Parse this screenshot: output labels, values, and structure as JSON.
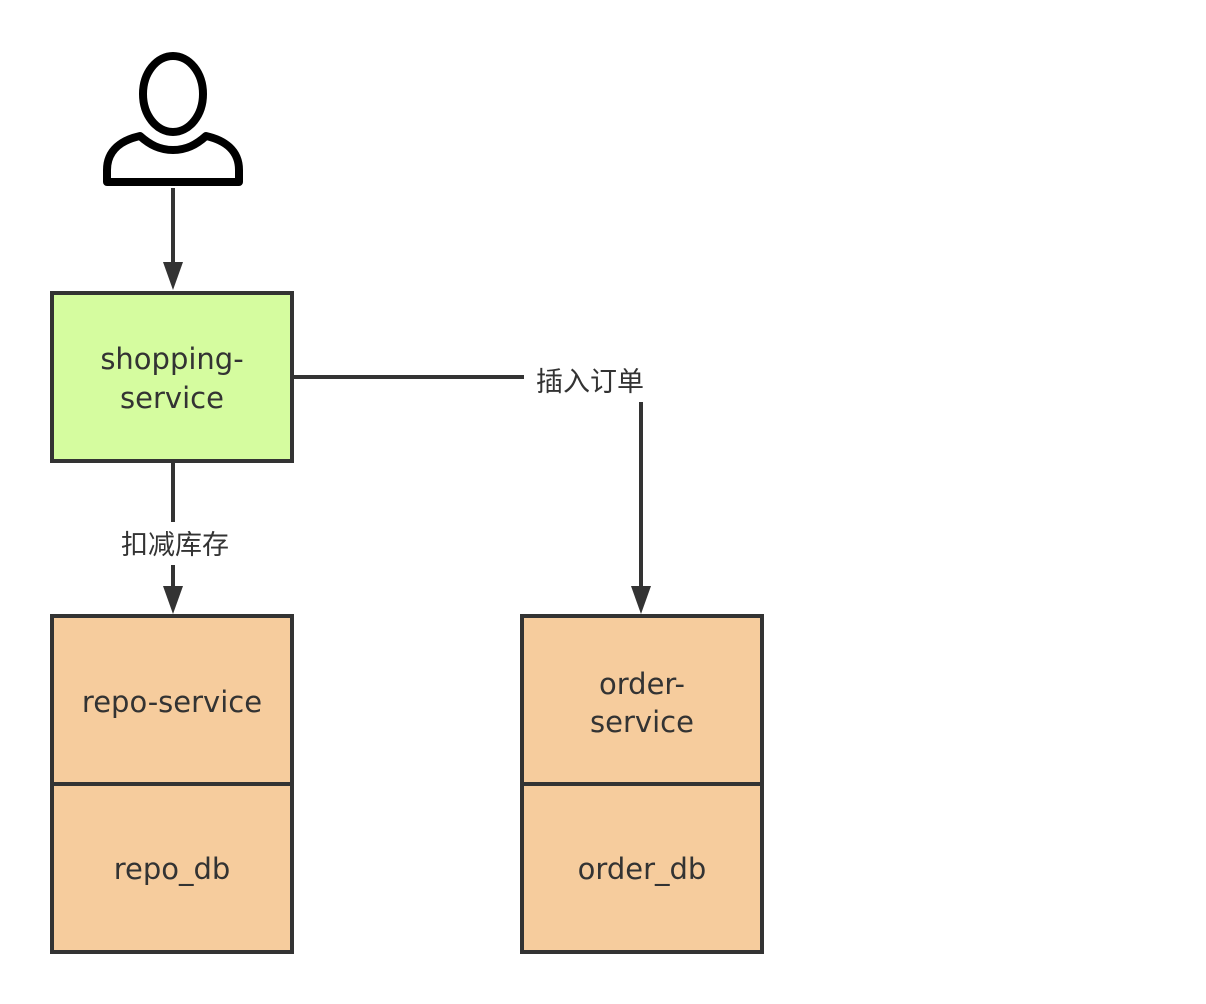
{
  "nodes": {
    "user": {
      "icon": "user-icon"
    },
    "shopping_service": {
      "label_line1": "shopping-",
      "label_line2": "service",
      "fill": "#d5fc9f"
    },
    "repo_service": {
      "label": "repo-service",
      "fill": "#f6cc9d"
    },
    "repo_db": {
      "label": "repo_db",
      "fill": "#f6cc9d"
    },
    "order_service": {
      "label_line1": "order-",
      "label_line2": "service",
      "fill": "#f6cc9d"
    },
    "order_db": {
      "label": "order_db",
      "fill": "#f6cc9d"
    }
  },
  "edges": {
    "user_to_shopping": {
      "label": ""
    },
    "shopping_to_repo": {
      "label": "扣减库存"
    },
    "shopping_to_order": {
      "label": "插入订单"
    }
  },
  "colors": {
    "stroke": "#333333",
    "text": "#333333",
    "background": "#ffffff"
  }
}
